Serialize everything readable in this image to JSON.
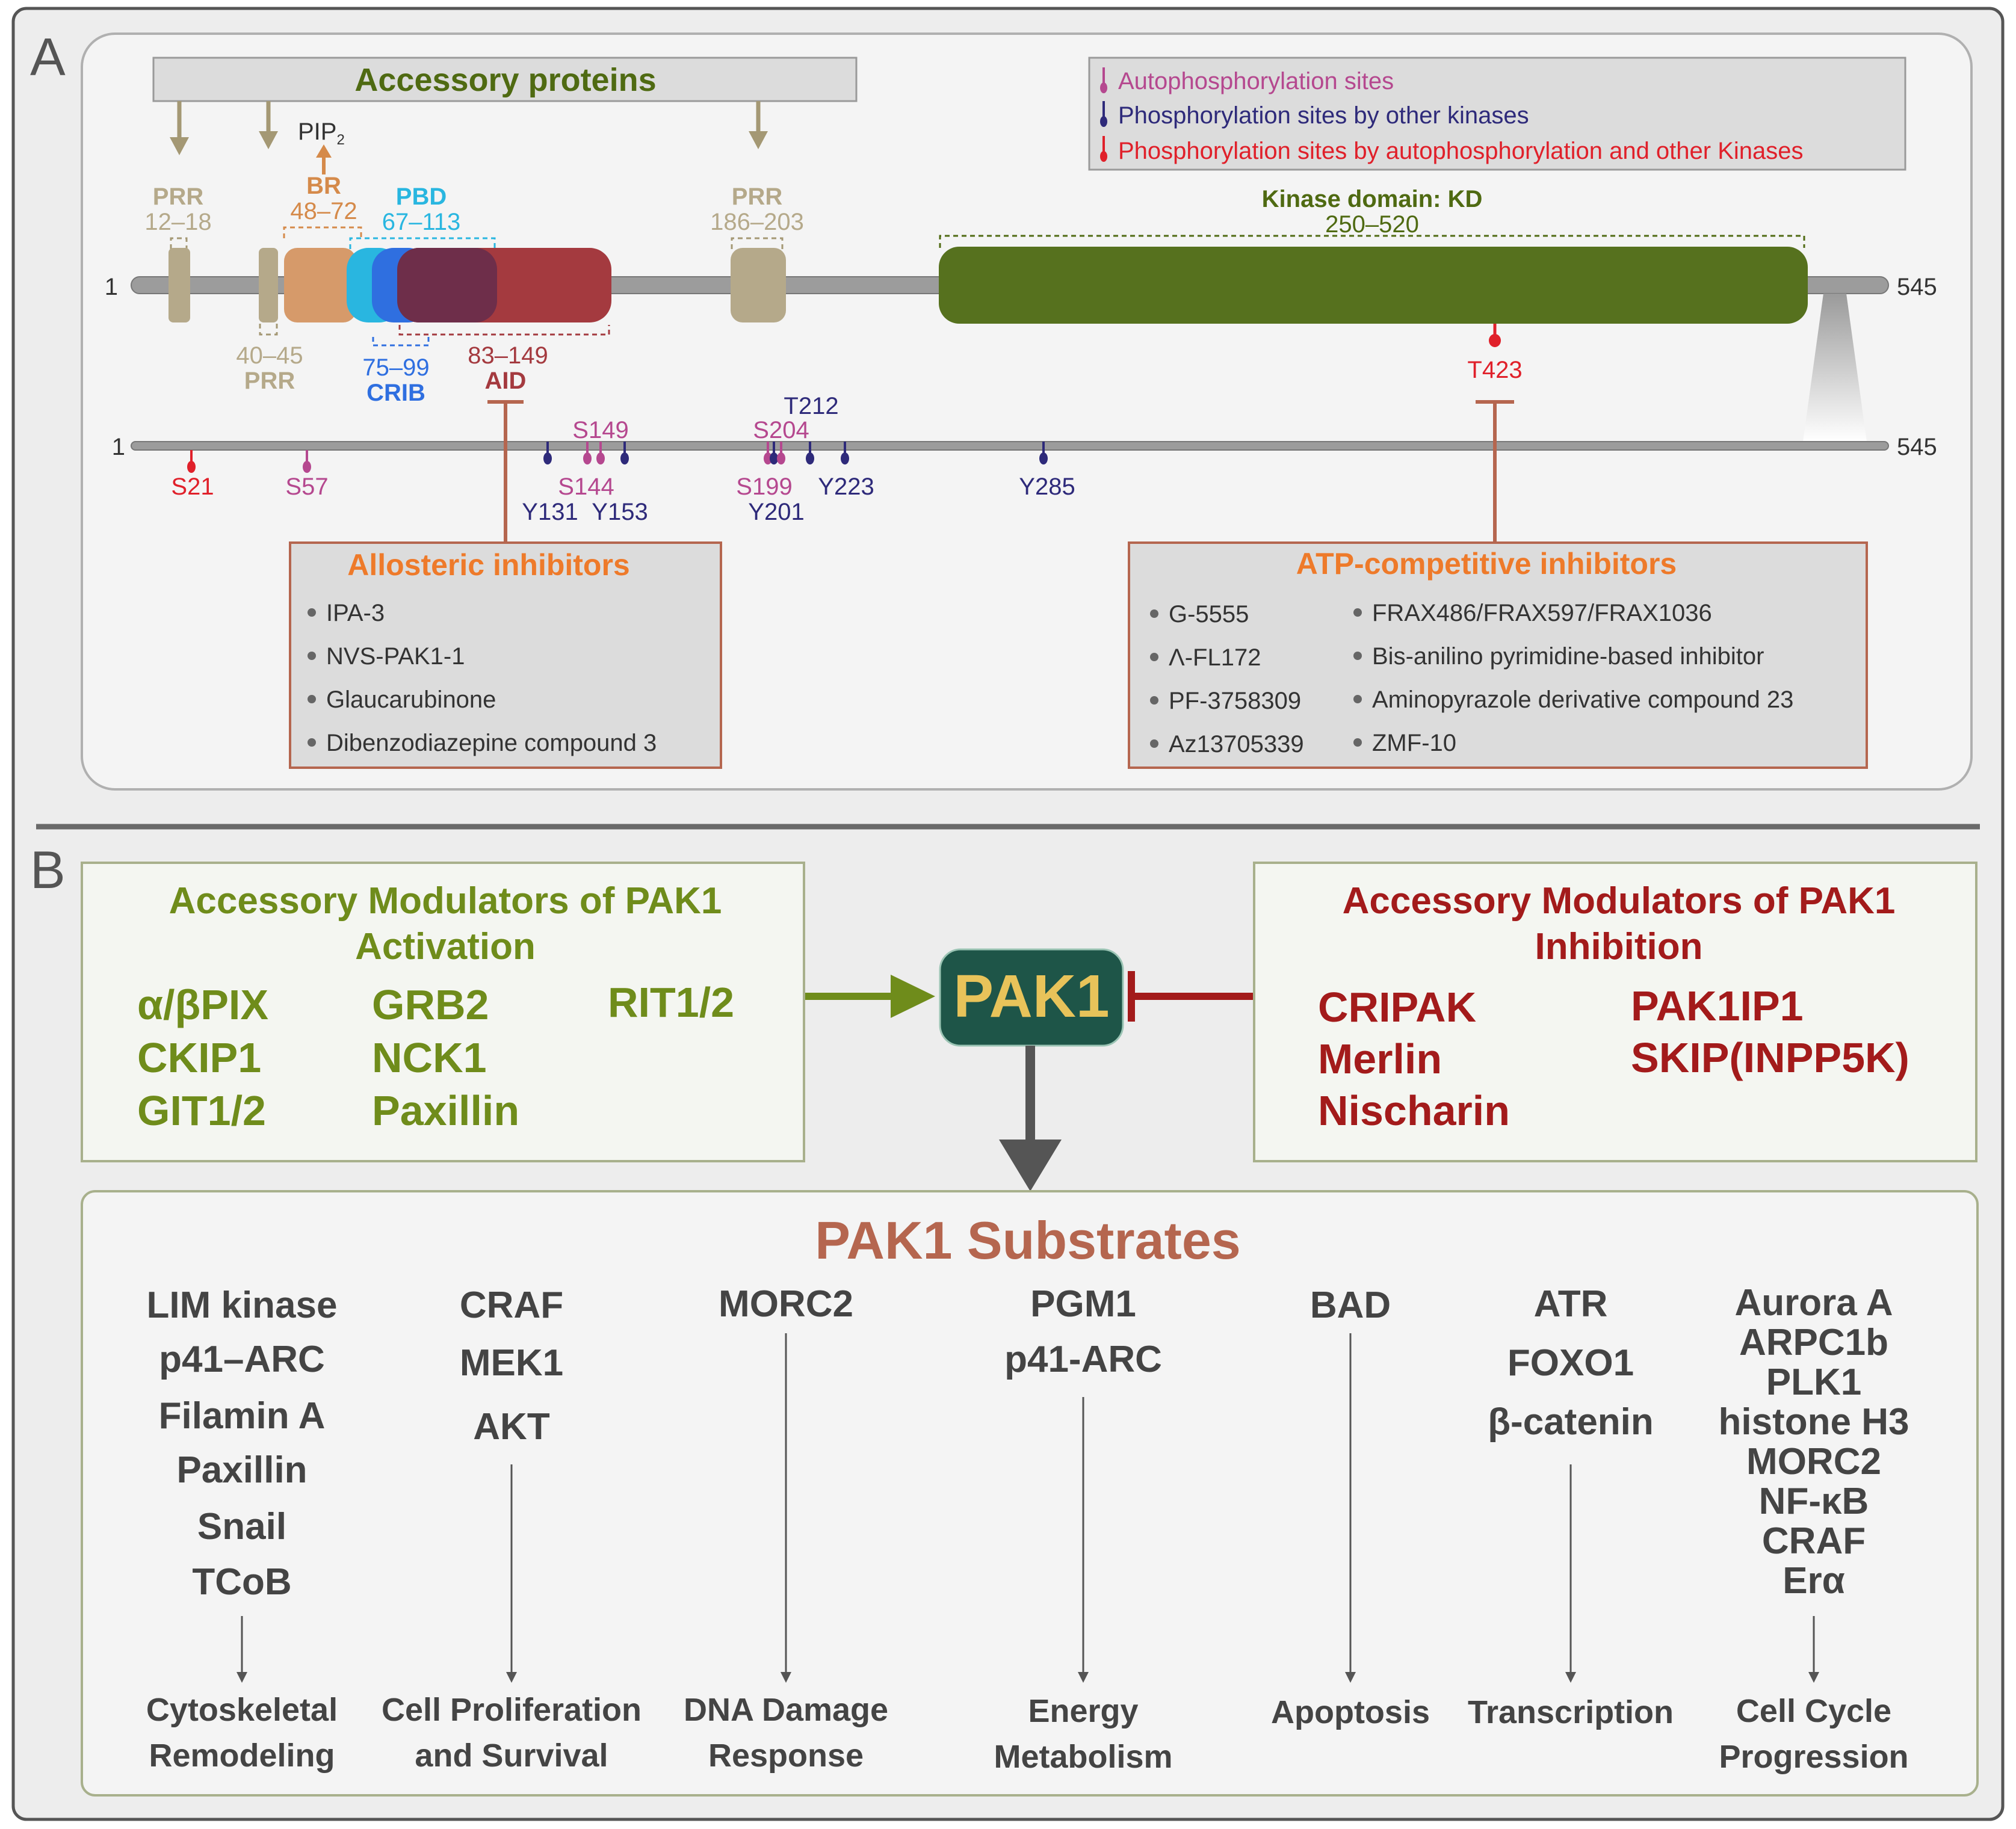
{
  "panel_a": {
    "label": "A",
    "accessory_proteins": "Accessory proteins",
    "pip2": "PIP",
    "pip2_sub": "2",
    "legend": [
      {
        "text": "Autophosphorylation sites",
        "color": "#b5488f"
      },
      {
        "text": "Phosphorylation sites by other kinases",
        "color": "#2e2a7a"
      },
      {
        "text": "Phosphorylation sites by autophosphorylation and other Kinases",
        "color": "#e0202a"
      }
    ],
    "domains": {
      "prr1_name": "PRR",
      "prr1_range": "12–18",
      "prr2_range": "40–45",
      "prr2_name": "PRR",
      "br_name": "BR",
      "br_range": "48–72",
      "pbd_name": "PBD",
      "pbd_range": "67–113",
      "crib_range": "75–99",
      "crib_name": "CRIB",
      "aid_range": "83–149",
      "aid_name": "AID",
      "prr3_name": "PRR",
      "prr3_range": "186–203",
      "kd_name": "Kinase domain: KD",
      "kd_range": "250–520"
    },
    "seq_start": "1",
    "seq_end": "545",
    "t423": "T423",
    "sites": [
      "S21",
      "S57",
      "S149",
      "S144",
      "Y131",
      "Y153",
      "S204",
      "T212",
      "S199",
      "Y201",
      "Y223",
      "Y285"
    ],
    "allosteric": {
      "title": "Allosteric inhibitors",
      "items": [
        "IPA-3",
        "NVS-PAK1-1",
        "Glaucarubinone",
        "Dibenzodiazepine compound 3"
      ]
    },
    "atp": {
      "title": "ATP-competitive inhibitors",
      "col1": [
        "G-5555",
        "Λ-FL172",
        "PF-3758309",
        "Az13705339"
      ],
      "col2": [
        "FRAX486/FRAX597/FRAX1036",
        "Bis-anilino pyrimidine-based inhibitor",
        "Aminopyrazole derivative compound 23",
        "ZMF-10"
      ]
    }
  },
  "panel_b": {
    "label": "B",
    "activation": {
      "title1": "Accessory Modulators of PAK1",
      "title2": "Activation",
      "col1": [
        "α/βPIX",
        "CKIP1",
        "GIT1/2"
      ],
      "col2": [
        "GRB2",
        "NCK1",
        "Paxillin"
      ],
      "col3": [
        "RIT1/2"
      ]
    },
    "pak1": "PAK1",
    "inhibition": {
      "title1": "Accessory Modulators of PAK1",
      "title2": "Inhibition",
      "col1": [
        "CRIPAK",
        "Merlin",
        "Nischarin"
      ],
      "col2": [
        "PAK1IP1",
        "SKIP(INPP5K)"
      ]
    },
    "substrates_title": "PAK1 Substrates",
    "groups": [
      {
        "items": [
          "LIM kinase",
          "p41–ARC",
          "Filamin A",
          "Paxillin",
          "Snail",
          "TCoB"
        ],
        "outcome": [
          "Cytoskeletal",
          "Remodeling"
        ]
      },
      {
        "items": [
          "CRAF",
          "MEK1",
          "AKT"
        ],
        "outcome": [
          "Cell Proliferation",
          "and Survival"
        ]
      },
      {
        "items": [
          "MORC2"
        ],
        "outcome": [
          "DNA Damage",
          "Response"
        ]
      },
      {
        "items": [
          "PGM1",
          "p41-ARC"
        ],
        "outcome": [
          "Energy",
          "Metabolism"
        ]
      },
      {
        "items": [
          "BAD"
        ],
        "outcome": [
          "Apoptosis"
        ]
      },
      {
        "items": [
          "ATR",
          "FOXO1",
          "β-catenin"
        ],
        "outcome": [
          "Transcription"
        ]
      },
      {
        "items": [
          "Aurora A",
          "ARPC1b",
          "PLK1",
          "histone H3",
          "MORC2",
          "NF-κB",
          "CRAF",
          "Erα"
        ],
        "outcome": [
          "Cell Cycle",
          "Progression"
        ]
      }
    ]
  },
  "colors": {
    "prr": "#b5a98a",
    "br": "#d69a6a",
    "pbd": "#29b6e0",
    "crib": "#2f6fe0",
    "aid": "#a43a3f",
    "kd": "#56711e",
    "green": "#6f8c1b",
    "red": "#a31b1b",
    "brown": "#b5664f",
    "pak1_box": "#1e5548",
    "pak1_text": "#e8c35a",
    "orange": "#ee7a2a",
    "purple": "#2e2a7a",
    "magenta": "#b5488f"
  }
}
